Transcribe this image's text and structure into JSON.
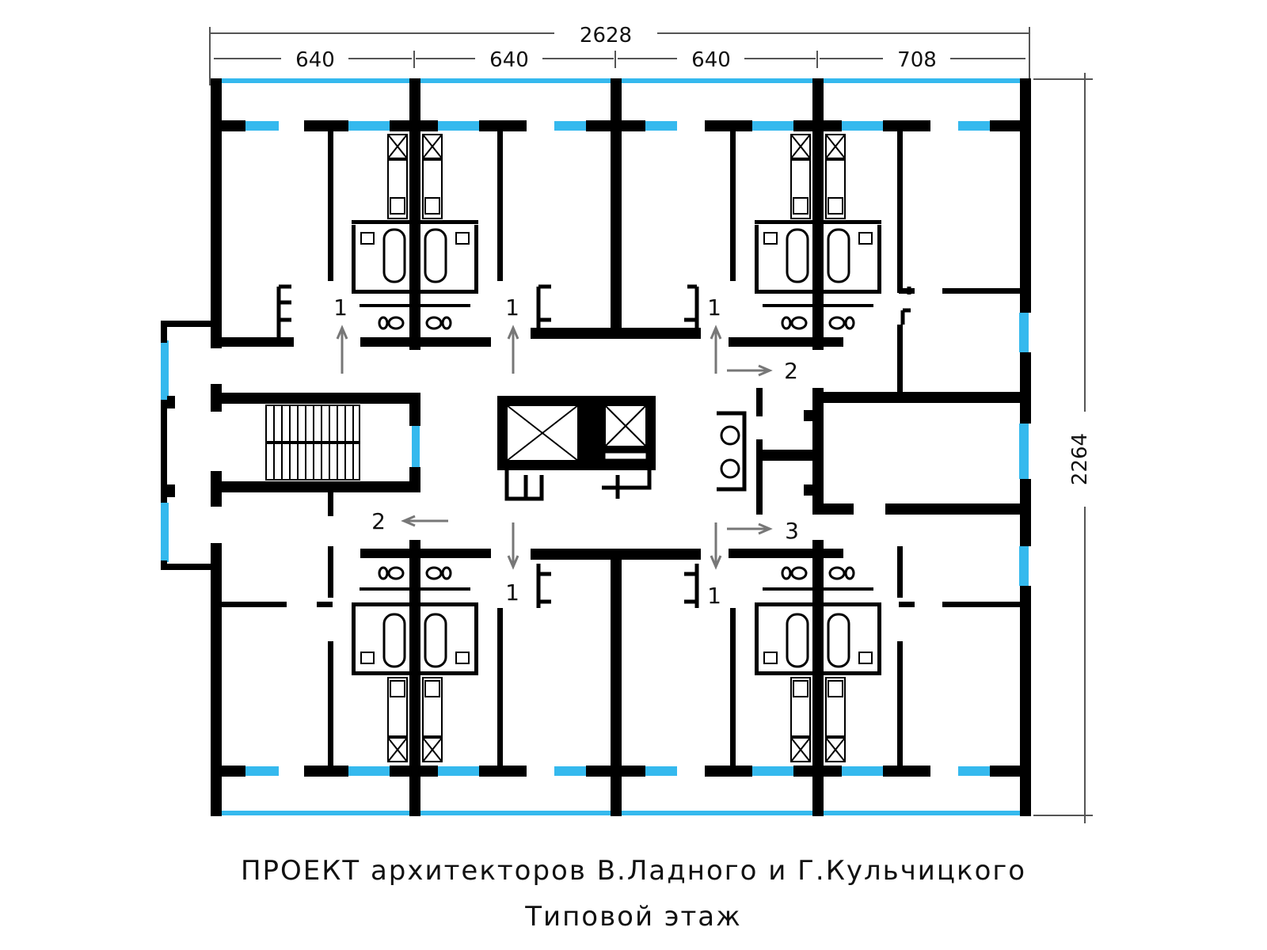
{
  "dimensions": {
    "overall_width": "2628",
    "segments": [
      "640",
      "640",
      "640",
      "708"
    ],
    "overall_depth": "2264"
  },
  "apartment_labels": {
    "top": [
      "1",
      "1",
      "1"
    ],
    "right_upper": "2",
    "left_lower": "2",
    "right_lower": "3",
    "bottom": [
      "1",
      "1"
    ]
  },
  "caption": {
    "line1": "ПРОЕКТ  архитекторов  В.Ладного  и  Г.Кульчицкого",
    "line2": "Типовой  этаж"
  },
  "colors": {
    "wall": "#000000",
    "window": "#35b9ee",
    "dimension": "#555555",
    "arrow": "#777777"
  }
}
